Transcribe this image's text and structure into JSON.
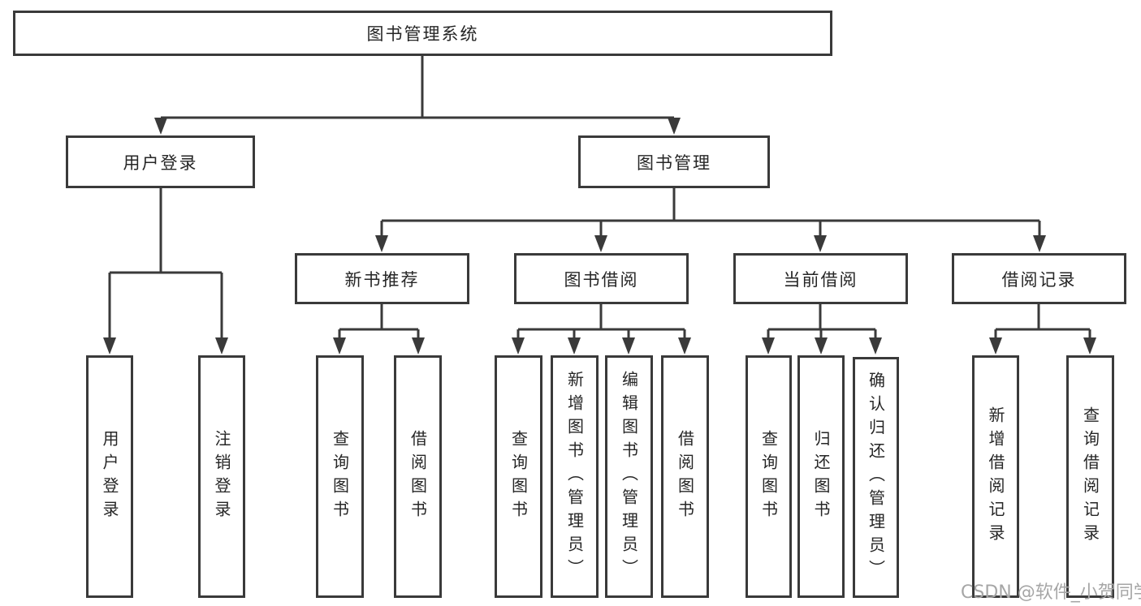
{
  "tree": {
    "root": {
      "label": "图书管理系统",
      "children": [
        {
          "label": "用户登录",
          "children": [
            {
              "label": "用户登录"
            },
            {
              "label": "注销登录"
            }
          ]
        },
        {
          "label": "图书管理",
          "children": [
            {
              "label": "新书推荐",
              "children": [
                {
                  "label": "查询图书"
                },
                {
                  "label": "借阅图书"
                }
              ]
            },
            {
              "label": "图书借阅",
              "children": [
                {
                  "label": "查询图书"
                },
                {
                  "label": "新增图书（管理员）"
                },
                {
                  "label": "编辑图书（管理员）"
                },
                {
                  "label": "借阅图书"
                }
              ]
            },
            {
              "label": "当前借阅",
              "children": [
                {
                  "label": "查询图书"
                },
                {
                  "label": "归还图书"
                },
                {
                  "label": "确认归还（管理员）"
                }
              ]
            },
            {
              "label": "借阅记录",
              "children": [
                {
                  "label": "新增借阅记录"
                },
                {
                  "label": "查询借阅记录"
                }
              ]
            }
          ]
        }
      ]
    }
  },
  "watermark": {
    "text": "CSDN @软件_小贺同学"
  },
  "colors": {
    "line": "#3a3a3a",
    "box_border": "#3a3a3a",
    "text": "#262626",
    "background": "#ffffff",
    "watermark": "#a6a6a6"
  }
}
